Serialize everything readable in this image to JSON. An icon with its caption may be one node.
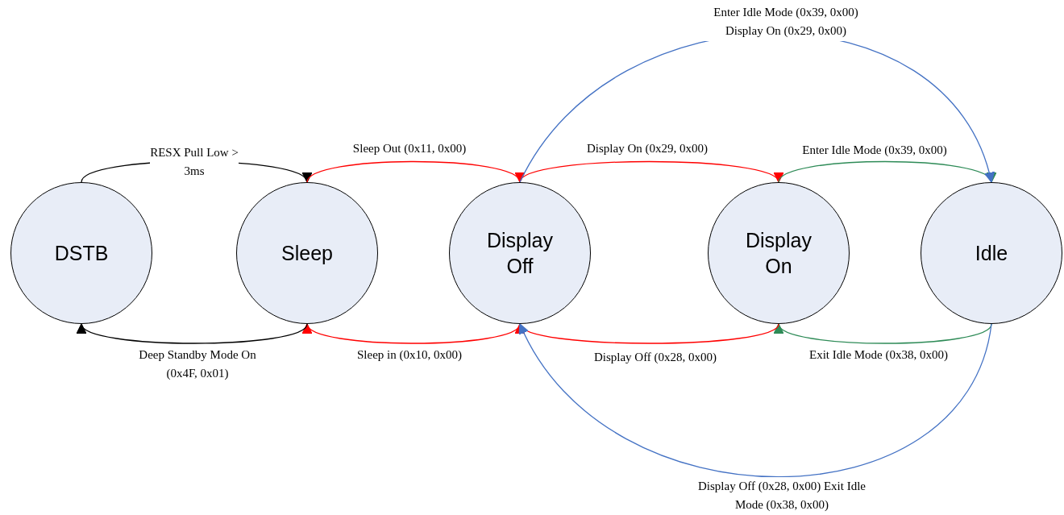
{
  "diagram": {
    "nodes": [
      {
        "text": [
          "DSTB"
        ]
      },
      {
        "text": [
          "Sleep"
        ]
      },
      {
        "text": [
          "Display Off"
        ]
      },
      {
        "text": [
          "Display On"
        ]
      },
      {
        "text": [
          "Idle"
        ]
      }
    ],
    "edges": [
      {
        "from": 0,
        "to": 1,
        "arrow": "to",
        "label": "RESX Pull Low > 3ms",
        "color": "#000000"
      },
      {
        "from": 1,
        "to": 2,
        "arrow": "to",
        "label": "Sleep Out (0x11, 0x00)"
      },
      {
        "from": 2,
        "to": 3,
        "arrow": "to",
        "label": "Display On (0x29, 0x00)"
      },
      {
        "from": 3,
        "to": 4,
        "arrow": "to",
        "label": "Enter Idle Mode (0x39, 0x00)",
        "color": "#2e8b57"
      },
      {
        "from": 2,
        "to": 4,
        "arrow": "to",
        "label": "Enter Idle Mode (0x39, 0x00) Display On (0x29, 0x00)",
        "color": "#4472c4"
      },
      {
        "from": 4,
        "to": 3,
        "arrow": "to",
        "label": "Exit Idle Mode (0x38, 0x00)",
        "color": "#2e8b57"
      },
      {
        "from": 3,
        "to": 2,
        "arrow": "to",
        "label": "Display Off (0x28, 0x00)"
      },
      {
        "from": 2,
        "to": 1,
        "arrow": "to",
        "label": "Sleep in (0x10, 0x00)"
      },
      {
        "from": 1,
        "to": 0,
        "arrow": "to",
        "label": "Deep Standby Mode On (0x4F, 0x01)",
        "color": "#000000"
      },
      {
        "from": 4,
        "to": 2,
        "arrow": "to",
        "label": "Display Off (0x28, 0x00) Exit Idle Mode (0x38, 0x00)",
        "color": "#4472c4"
      }
    ]
  }
}
